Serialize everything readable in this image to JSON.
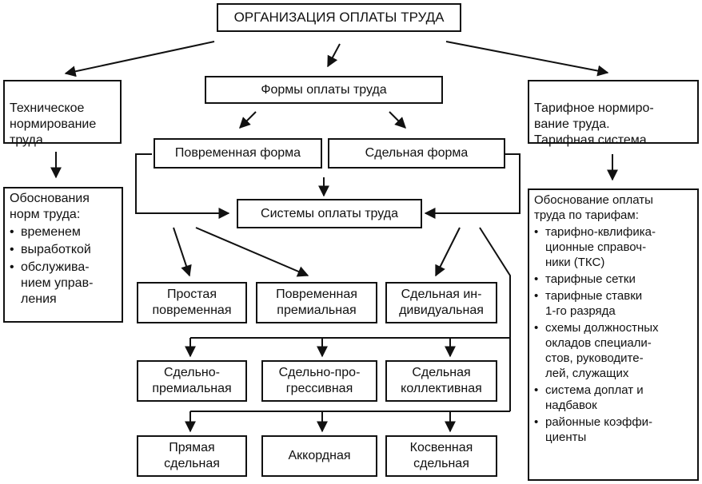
{
  "title": "ОРГАНИЗАЦИЯ ОПЛАТЫ ТРУДА",
  "technical": {
    "label": "Техническое\nнормирование\nтруда",
    "substantiation": {
      "heading": "Обоснования\nнорм труда:",
      "items": [
        "временем",
        "выработкой",
        "обслужива-\nнием управ-\nления"
      ]
    }
  },
  "forms": {
    "label": "Формы оплаты труда",
    "time_form": "Повременная форма",
    "piece_form": "Сдельная форма"
  },
  "tariff": {
    "label": "Тарифное нормиро-\nвание труда.\nТарифная система",
    "substantiation": {
      "heading": "Обоснование оплаты\nтруда по тарифам:",
      "items": [
        "тарифно-квлифика-\nционные справоч-\nники (ТКС)",
        "тарифные сетки",
        "тарифные ставки\n1-го разряда",
        "схемы должностных\nокладов специали-\nстов, руководите-\nлей, служащих",
        "система доплат и\nнадбавок",
        "районные коэффи-\nциенты"
      ]
    }
  },
  "systems": {
    "label": "Системы оплаты труда",
    "row1": [
      "Простая\nповременная",
      "Повременная\nпремиальная",
      "Сдельная ин-\nдивидуальная"
    ],
    "row2": [
      "Сдельно-\nпремиальная",
      "Сдельно-про-\nгрессивная",
      "Сдельная\nколлективная"
    ],
    "row3": [
      "Прямая\nсдельная",
      "Аккордная",
      "Косвенная\nсдельная"
    ]
  }
}
